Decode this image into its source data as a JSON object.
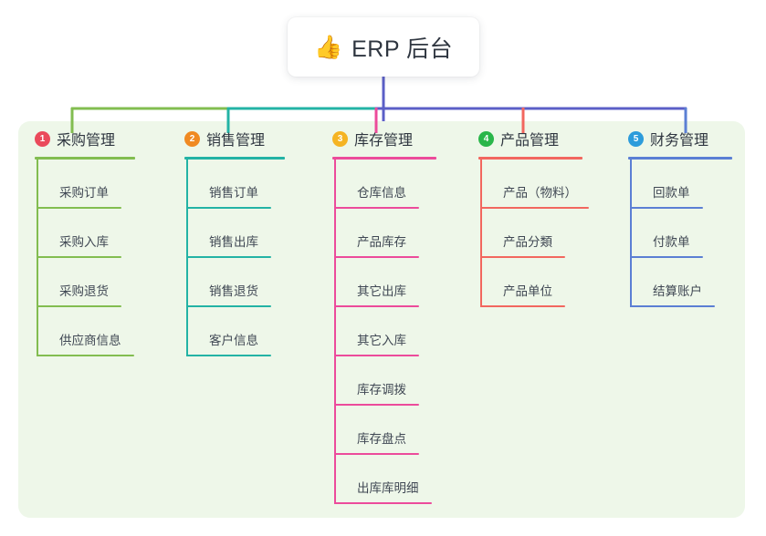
{
  "root": {
    "icon": "thumbs-up-icon",
    "icon_glyph": "👍",
    "title": "ERP 后台"
  },
  "panel": {
    "background_color": "#eef7e9"
  },
  "wires": {
    "stem_color": "#5b5fc7",
    "segment_colors": [
      "#82bd50",
      "#23b3a5",
      "#5b5fc7",
      "#5b5fc7"
    ],
    "drop_colors": [
      "#82bd50",
      "#23b3a5",
      "#ec4b9b",
      "#f2675f",
      "#5b7fd4"
    ]
  },
  "columns": [
    {
      "number": "1",
      "badge_color": "#ea4a5b",
      "accent_color": "#82bd50",
      "rule_width": 110,
      "title": "采购管理",
      "items": [
        {
          "label": "采购订单",
          "rule_width": 93
        },
        {
          "label": "采购入库",
          "rule_width": 93
        },
        {
          "label": "采购退货",
          "rule_width": 93
        },
        {
          "label": "供应商信息",
          "rule_width": 107
        }
      ]
    },
    {
      "number": "2",
      "badge_color": "#f08a22",
      "accent_color": "#23b3a5",
      "rule_width": 110,
      "title": "销售管理",
      "items": [
        {
          "label": "销售订单",
          "rule_width": 93
        },
        {
          "label": "销售出库",
          "rule_width": 93
        },
        {
          "label": "销售退货",
          "rule_width": 93
        },
        {
          "label": "客户信息",
          "rule_width": 93
        }
      ]
    },
    {
      "number": "3",
      "badge_color": "#f5b423",
      "accent_color": "#ec4b9b",
      "rule_width": 114,
      "title": "库存管理",
      "items": [
        {
          "label": "仓库信息",
          "rule_width": 93
        },
        {
          "label": "产品库存",
          "rule_width": 93
        },
        {
          "label": "其它出库",
          "rule_width": 93
        },
        {
          "label": "其它入库",
          "rule_width": 93
        },
        {
          "label": "库存调拨",
          "rule_width": 93
        },
        {
          "label": "库存盘点",
          "rule_width": 93
        },
        {
          "label": "出库库明细",
          "rule_width": 107
        }
      ]
    },
    {
      "number": "4",
      "badge_color": "#2ab64a",
      "accent_color": "#f2675f",
      "rule_width": 114,
      "title": "产品管理",
      "items": [
        {
          "label": "产品（物料）",
          "rule_width": 119
        },
        {
          "label": "产品分類",
          "rule_width": 93
        },
        {
          "label": "产品单位",
          "rule_width": 93
        }
      ]
    },
    {
      "number": "5",
      "badge_color": "#2d9cdb",
      "accent_color": "#5b7fd4",
      "rule_width": 114,
      "title": "财务管理",
      "items": [
        {
          "label": "回款单",
          "rule_width": 80
        },
        {
          "label": "付款单",
          "rule_width": 80
        },
        {
          "label": "结算账户",
          "rule_width": 93
        }
      ]
    }
  ]
}
